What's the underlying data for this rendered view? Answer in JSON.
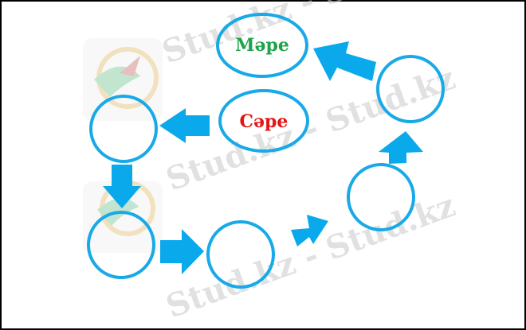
{
  "labels": {
    "top": "Мәре",
    "middle": "Сәре"
  },
  "watermark": {
    "text": "Stud.kz - Stud.kz",
    "text_short": "Stud.kz"
  },
  "colors": {
    "circle_stroke": "#18a9e8",
    "arrow_fill": "#0aa9ec",
    "label_top": "#1fa34a",
    "label_middle": "#e31414",
    "frame": "#000000",
    "watermark": "#c9c9c9"
  },
  "icons": [
    "hummingbird-logo-icon"
  ]
}
